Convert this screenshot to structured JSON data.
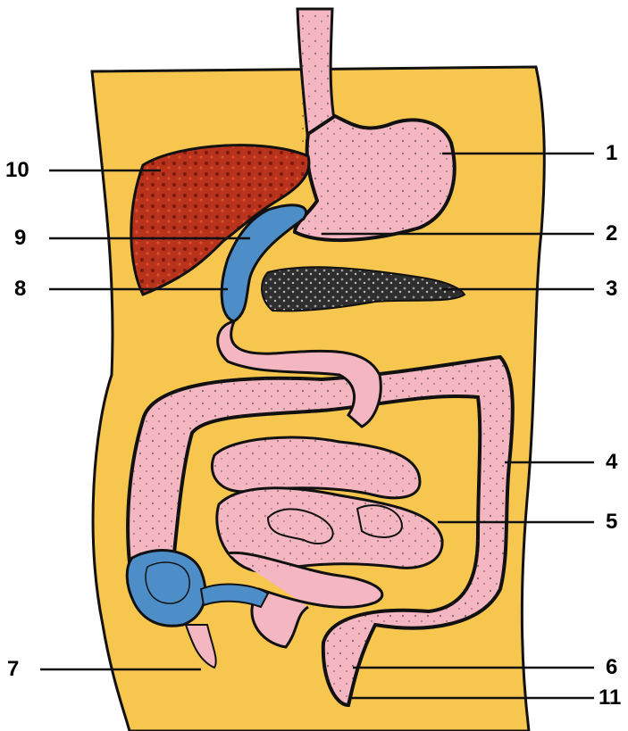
{
  "colors": {
    "body": "#f6c64e",
    "intestine": "#f4b7c2",
    "liver": "#b8321c",
    "gallbladder_duodenum_bile": "#4d8ec8",
    "pancreas": "#3a3a3a",
    "outline": "#111111"
  },
  "labels": {
    "l1": "1",
    "l2": "2",
    "l3": "3",
    "l4": "4",
    "l5": "5",
    "l6": "6",
    "l7": "7",
    "l8": "8",
    "l9": "9",
    "l10": "10",
    "l11": "11"
  }
}
